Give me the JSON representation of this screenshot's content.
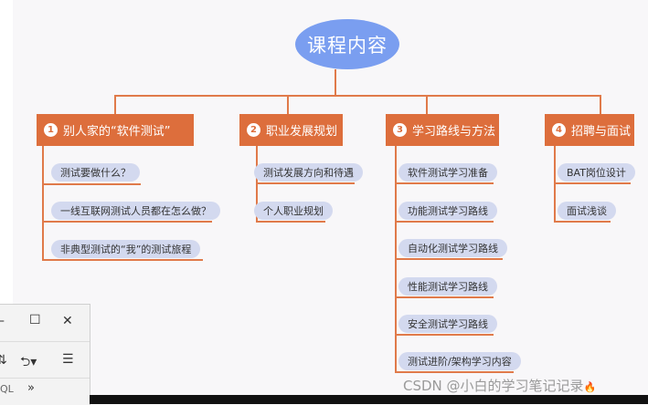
{
  "root": {
    "title": "课程内容"
  },
  "branches": [
    {
      "num": "1",
      "label": "别人家的“软件测试”",
      "items": [
        "测试要做什么？",
        "一线互联网测试人员都在怎么做？",
        "非典型测试的“我”的测试旅程"
      ]
    },
    {
      "num": "2",
      "label": "职业发展规划",
      "items": [
        "测试发展方向和待遇",
        "个人职业规划"
      ]
    },
    {
      "num": "3",
      "label": "学习路线与方法",
      "items": [
        "软件测试学习准备",
        "功能测试学习路线",
        "自动化测试学习路线",
        "性能测试学习路线",
        "安全测试学习路线",
        "测试进阶/架构学习内容"
      ]
    },
    {
      "num": "4",
      "label": "招聘与面试",
      "items": [
        "BAT岗位设计",
        "面试浅谈"
      ]
    }
  ],
  "watermark": {
    "text": "CSDN @小白的学习笔记记录"
  },
  "window": {
    "minimize": "–",
    "maximize": "☐",
    "close": "✕",
    "partial_left": "QL",
    "chevrons": "»"
  }
}
